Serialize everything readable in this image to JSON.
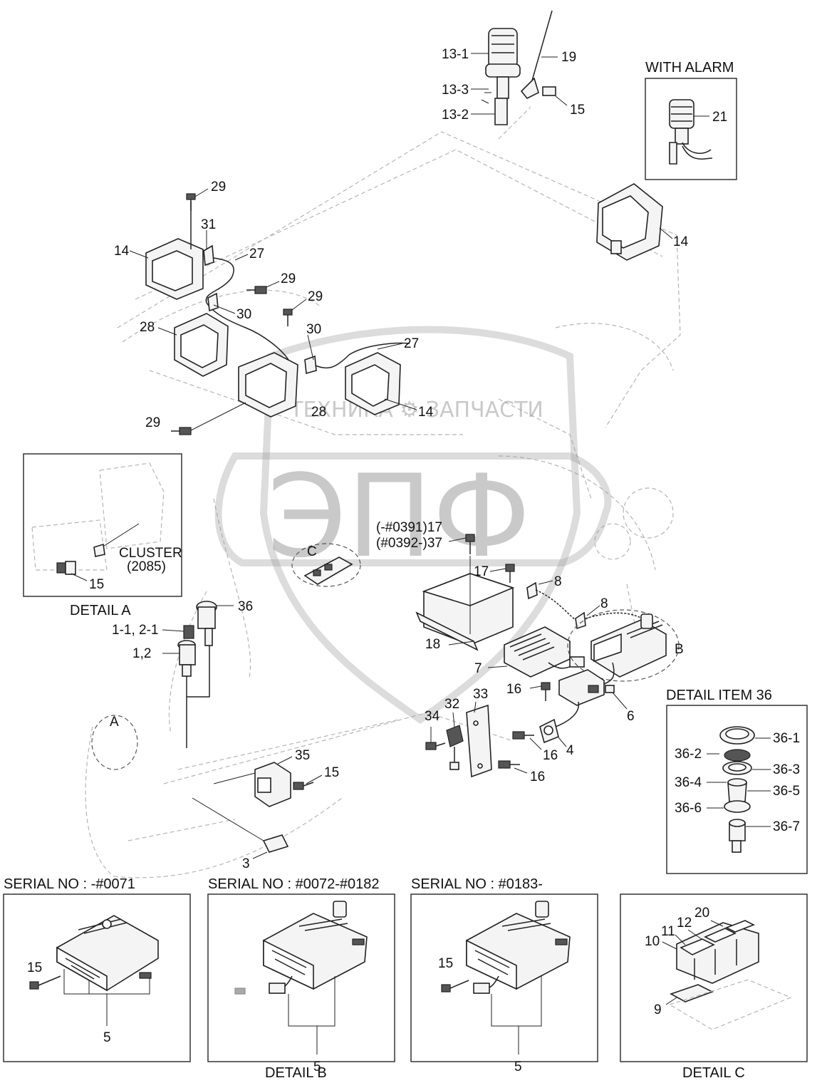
{
  "watermark": {
    "brand": "ЭПФ",
    "text": "ТЕХНИКА ⚙ ЗАПЧАСТИ"
  },
  "titles": {
    "with_alarm": "WITH ALARM",
    "detail_a": "DETAIL A",
    "detail_b": "DETAIL B",
    "detail_c": "DETAIL C",
    "detail_item_36": "DETAIL ITEM 36",
    "serial_1": "SERIAL NO : -#0071",
    "serial_2": "SERIAL NO : #0072-#0182",
    "serial_3": "SERIAL NO : #0183-"
  },
  "cluster": {
    "name": "CLUSTER",
    "code": "(2085)"
  },
  "callouts": {
    "c13_1": "13-1",
    "c13_3": "13-3",
    "c13_2": "13-2",
    "c19": "19",
    "c15_top": "15",
    "c21": "21",
    "c29_a": "29",
    "c31": "31",
    "c14_left": "14",
    "c27_a": "27",
    "c29_b": "29",
    "c29_c": "29",
    "c30_a": "30",
    "c28_a": "28",
    "c30_b": "30",
    "c27_b": "27",
    "c14_right": "14",
    "c28_b": "28",
    "c14_c": "14",
    "c29_d": "29",
    "c15_a": "15",
    "c17_37_a": "(-#0391)17",
    "c17_37_b": "(#0392-)37",
    "c_c": "C",
    "c17": "17",
    "c8_a": "8",
    "c8_b": "8",
    "c36": "36",
    "c1_1": "1-1, 2-1",
    "c1_2": "1,2",
    "c18": "18",
    "c_b": "B",
    "c7": "7",
    "c16_a": "16",
    "c33": "33",
    "c32": "32",
    "c34": "34",
    "c6": "6",
    "c_a": "A",
    "c4": "4",
    "c16_b": "16",
    "c16_c": "16",
    "c35": "35",
    "c15_b": "15",
    "c3": "3",
    "d36_1": "36-1",
    "d36_2": "36-2",
    "d36_3": "36-3",
    "d36_4": "36-4",
    "d36_5": "36-5",
    "d36_6": "36-6",
    "d36_7": "36-7",
    "s1_15": "15",
    "s1_5": "5",
    "s2_5": "5",
    "s3_15": "15",
    "s3_5": "5",
    "dc_20": "20",
    "dc_12": "12",
    "dc_11": "11",
    "dc_10": "10",
    "dc_9": "9"
  }
}
